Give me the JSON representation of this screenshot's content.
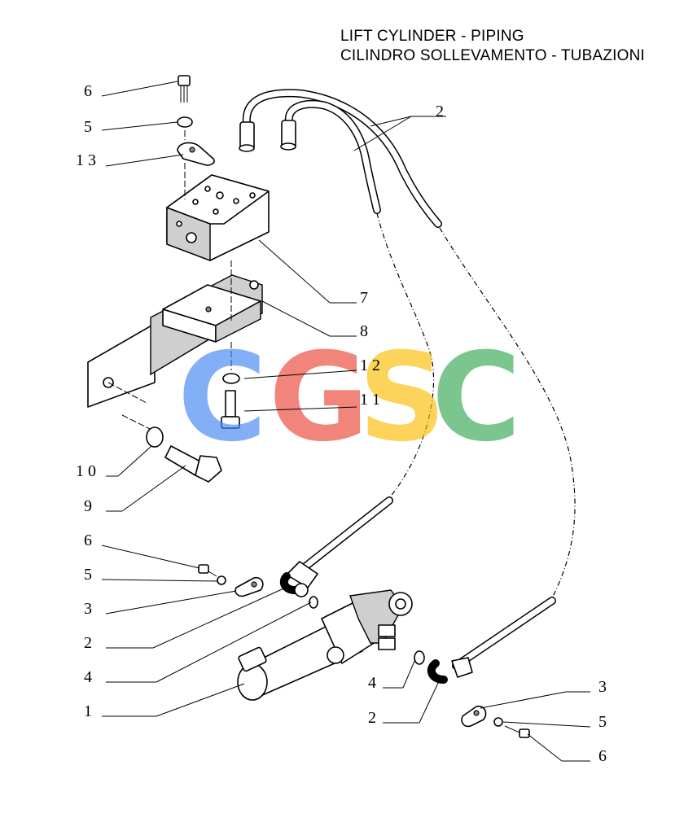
{
  "title": {
    "line1": "LIFT CYLINDER - PIPING",
    "line2": "CILINDRO SOLLEVAMENTO - TUBAZIONI"
  },
  "watermark": {
    "letters": [
      "C",
      "G",
      "S",
      "C"
    ],
    "colors": [
      "#4285F4",
      "#EA4335",
      "#FBBC05",
      "#34A853"
    ]
  },
  "callouts": [
    "6",
    "5",
    "1 3",
    "2",
    "7",
    "8",
    "1 2",
    "1 1",
    "1 0",
    "9",
    "6",
    "5",
    "3",
    "2",
    "4",
    "1",
    "4",
    "2",
    "3",
    "5",
    "6"
  ]
}
